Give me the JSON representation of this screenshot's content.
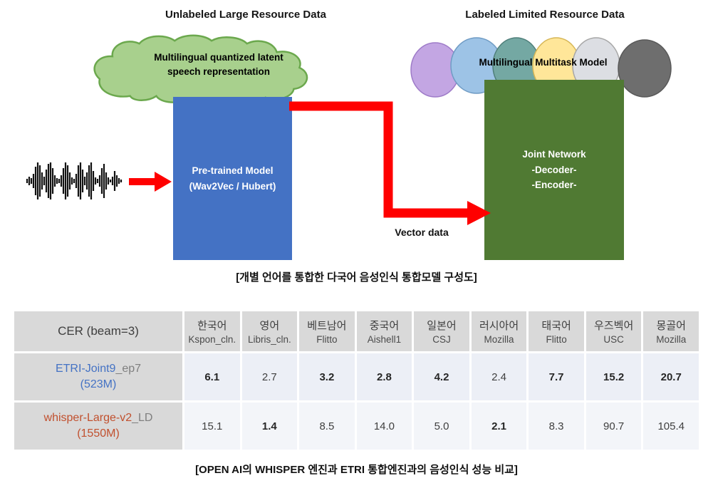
{
  "diagram": {
    "left_title": "Unlabeled Large Resource Data",
    "right_title": "Labeled Limited Resource Data",
    "cloud": {
      "line1": "Multilingual quantized latent",
      "line2": "speech representation"
    },
    "pretrained_box": {
      "line1": "Pre-trained Model",
      "line2": "(Wav2Vec / Hubert)"
    },
    "multitask_label": "Multilingual Multitask Model",
    "joint_box": {
      "line1": "Joint Network",
      "line2": "-Decoder-",
      "line3": "-Encoder-"
    },
    "vector_label": "Vector data",
    "caption": "[개별 언어를 통합한 다국어 음성인식 통합모델 구성도]",
    "colors": {
      "pretrained_box": "#4472C4",
      "joint_box": "#507A33",
      "cloud_fill": "#A8D08D",
      "cloud_stroke": "#6BA84D",
      "arrow": "#FF0000",
      "circles": [
        "#C3A6E3",
        "#9DC3E6",
        "#74A8A3",
        "#FFE699",
        "#DCDEE3",
        "#6E6E6E"
      ]
    }
  },
  "table": {
    "corner_label": "CER (beam=3)",
    "columns": [
      {
        "lang": "한국어",
        "dataset": "Kspon_cln."
      },
      {
        "lang": "영어",
        "dataset": "Libris_cln."
      },
      {
        "lang": "베트남어",
        "dataset": "Flitto"
      },
      {
        "lang": "중국어",
        "dataset": "Aishell1"
      },
      {
        "lang": "일본어",
        "dataset": "CSJ"
      },
      {
        "lang": "러시아어",
        "dataset": "Mozilla"
      },
      {
        "lang": "태국어",
        "dataset": "Flitto"
      },
      {
        "lang": "우즈벡어",
        "dataset": "USC"
      },
      {
        "lang": "몽골어",
        "dataset": "Mozilla"
      }
    ],
    "rows": [
      {
        "name": "ETRI-Joint9",
        "suffix": "_ep7",
        "size": "(523M)",
        "color": "#4472C4",
        "values": [
          "6.1",
          "2.7",
          "3.2",
          "2.8",
          "4.2",
          "2.4",
          "7.7",
          "15.2",
          "20.7"
        ],
        "bold": [
          true,
          false,
          true,
          true,
          true,
          false,
          true,
          true,
          true
        ]
      },
      {
        "name": "whisper-Large-v2",
        "suffix": "_LD",
        "size": "(1550M)",
        "color": "#C1502E",
        "values": [
          "15.1",
          "1.4",
          "8.5",
          "14.0",
          "5.0",
          "2.1",
          "8.3",
          "90.7",
          "105.4"
        ],
        "bold": [
          false,
          true,
          false,
          false,
          false,
          true,
          false,
          false,
          false
        ]
      }
    ]
  },
  "bottom_caption": "[OPEN AI의 WHISPER 엔진과 ETRI 통합엔진과의 음성인식 성능 비교]"
}
